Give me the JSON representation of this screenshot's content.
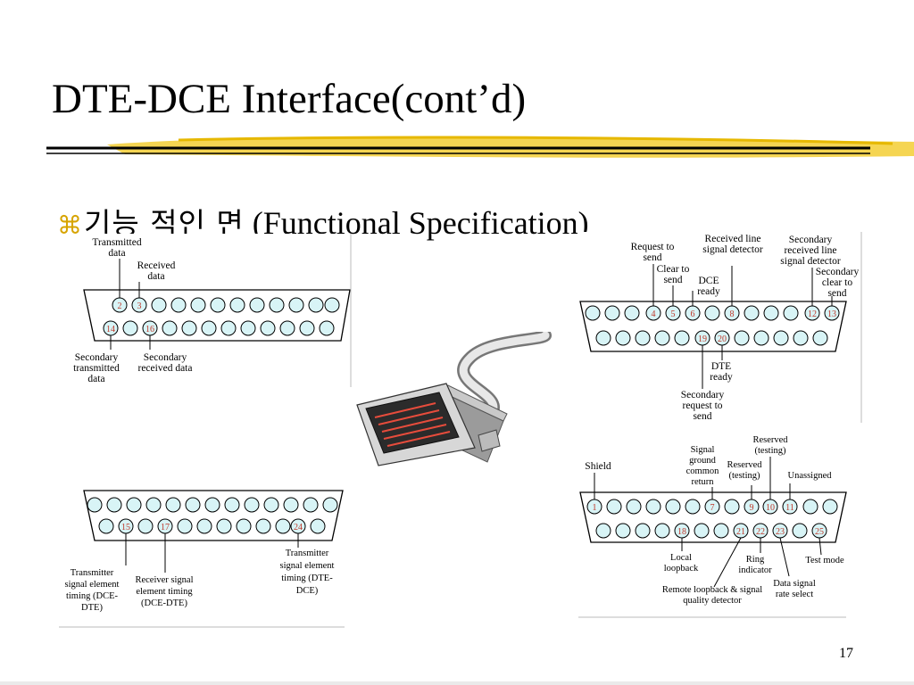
{
  "slide": {
    "title": "DTE-DCE Interface(cont’d)",
    "bullet_symbol": "⌘",
    "bullet_korean": "기능 적인 면",
    "bullet_english": "(Functional Specification)",
    "page_number": "17"
  },
  "colors": {
    "accent_yellow": "#f2c200",
    "pin_fill": "#d8f4f6",
    "pin_number": "#c0392b"
  },
  "panel_a": {
    "transmitted": "Transmitted data",
    "received": "Received data",
    "secondary_tx": "Secondary transmitted data",
    "secondary_rx": "Secondary received data",
    "pins": [
      "2",
      "3",
      "14",
      "16"
    ]
  },
  "panel_b": {
    "request_to_send": "Request to send",
    "clear_to_send": "Clear to send",
    "dce_ready": "DCE ready",
    "received_line": "Received line signal detector",
    "secondary_received_line": "Secondary received line signal detector",
    "secondary_clear": "Secondary clear to send",
    "dte_ready": "DTE ready",
    "secondary_request": "Secondary request to send",
    "pins": [
      "4",
      "5",
      "6",
      "8",
      "12",
      "13",
      "19",
      "20"
    ]
  },
  "panel_c": {
    "tx_element_timing": "Transmitter signal element timing (DCE-DTE)",
    "rx_element_timing": "Receiver signal element timing (DCE-DTE)",
    "tx_element_timing2": "Transmitter signal element timing (DTE-DCE)",
    "pins": [
      "15",
      "17",
      "24"
    ]
  },
  "panel_d": {
    "shield": "Shield",
    "signal_ground": "Signal ground common return",
    "reserved1": "Reserved (testing)",
    "reserved2": "Reserved (testing)",
    "unassigned": "Unassigned",
    "local_loopback": "Local loopback",
    "ring_indicator": "Ring indicator",
    "remote_loopback": "Remote loopback & signal quality detector",
    "data_signal_rate": "Data signal rate select",
    "test_mode": "Test mode",
    "pins": [
      "1",
      "7",
      "9",
      "10",
      "11",
      "18",
      "21",
      "22",
      "23",
      "25"
    ]
  }
}
